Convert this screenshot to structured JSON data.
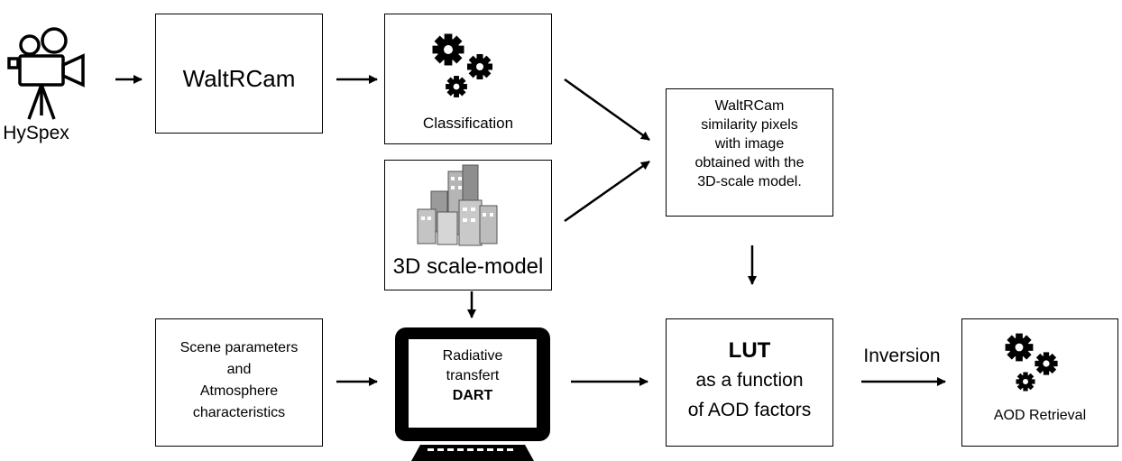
{
  "nodes": {
    "hyspex": "HySpex",
    "waltrcam": "WaltRCam",
    "classification": "Classification",
    "scale_model": "3D scale-model",
    "similarity": {
      "line1": "WaltRCam",
      "line2": "similarity pixels",
      "line3": "with image",
      "line4": "obtained with the",
      "line5": "3D-scale model."
    },
    "scene": {
      "line1": "Scene parameters",
      "line2": "and",
      "line3": "Atmosphere",
      "line4": "characteristics"
    },
    "dart": {
      "line1": "Radiative",
      "line2": "transfert",
      "line3": "DART"
    },
    "lut": {
      "line1": "LUT",
      "line2": "as a function",
      "line3": "of AOD factors"
    },
    "inversion": "Inversion",
    "aod": "AOD Retrieval"
  },
  "icons": [
    "video-camera-icon",
    "gears-icon",
    "city-buildings-icon",
    "computer-monitor-icon",
    "keyboard-icon"
  ],
  "colors": {
    "line": "#000000",
    "background": "#ffffff"
  }
}
